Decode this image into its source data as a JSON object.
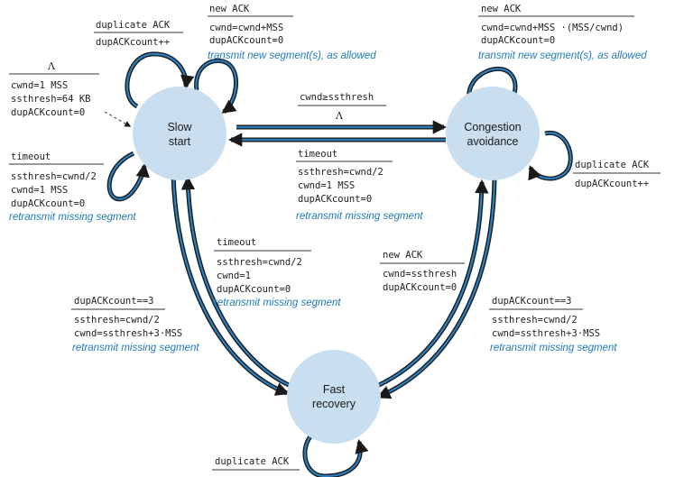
{
  "states": {
    "slow_start": [
      "Slow",
      "start"
    ],
    "congestion_avoidance": [
      "Congestion",
      "avoidance"
    ],
    "fast_recovery": [
      "Fast",
      "recovery"
    ]
  },
  "labels": {
    "ss_dupack": {
      "event": "duplicate ACK",
      "actions": [
        "dupACKcount++"
      ]
    },
    "ss_newack": {
      "event": "new ACK",
      "actions": [
        "cwnd=cwnd+MSS",
        "dupACKcount=0"
      ],
      "italic": "transmit new segment(s), as allowed"
    },
    "init": {
      "event": "Λ",
      "actions": [
        "cwnd=1 MSS",
        "ssthresh=64 KB",
        "dupACKcount=0"
      ]
    },
    "ss_timeout": {
      "event": "timeout",
      "actions": [
        "ssthresh=cwnd/2",
        "cwnd=1 MSS",
        "dupACKcount=0"
      ],
      "italic": "retransmit missing segment"
    },
    "ss_to_ca": {
      "event": "cwnd≥ssthresh",
      "actions": [
        "Λ"
      ]
    },
    "ca_timeout": {
      "event": "timeout",
      "actions": [
        "ssthresh=cwnd/2",
        "cwnd=1 MSS",
        "dupACKcount=0"
      ],
      "italic": "retransmit missing segment"
    },
    "ca_newack": {
      "event": "new ACK",
      "actions": [
        "cwnd=cwnd+MSS ·(MSS/cwnd)",
        "dupACKcount=0"
      ],
      "italic": "transmit new segment(s), as allowed"
    },
    "ca_dupack": {
      "event": "duplicate ACK",
      "actions": [
        "dupACKcount++"
      ]
    },
    "fr_timeout": {
      "event": "timeout",
      "actions": [
        "ssthresh=cwnd/2",
        "cwnd=1",
        "dupACKcount=0"
      ],
      "italic": "retransmit missing segment"
    },
    "fr_newack": {
      "event": "new ACK",
      "actions": [
        "cwnd=ssthresh",
        "dupACKcount=0"
      ]
    },
    "ss_dup3": {
      "event": "dupACKcount==3",
      "actions": [
        "ssthresh=cwnd/2",
        "cwnd=ssthresh+3·MSS"
      ],
      "italic": "retransmit missing segment"
    },
    "ca_dup3": {
      "event": "dupACKcount==3",
      "actions": [
        "ssthresh=cwnd/2",
        "cwnd=ssthresh+3·MSS"
      ],
      "italic": "retransmit missing segment"
    },
    "fr_dupack": {
      "event": "duplicate ACK"
    }
  },
  "colors": {
    "state_fill": "#c9deee",
    "edge": "#2a7fbf",
    "italic_text": "#1f7ab8"
  }
}
